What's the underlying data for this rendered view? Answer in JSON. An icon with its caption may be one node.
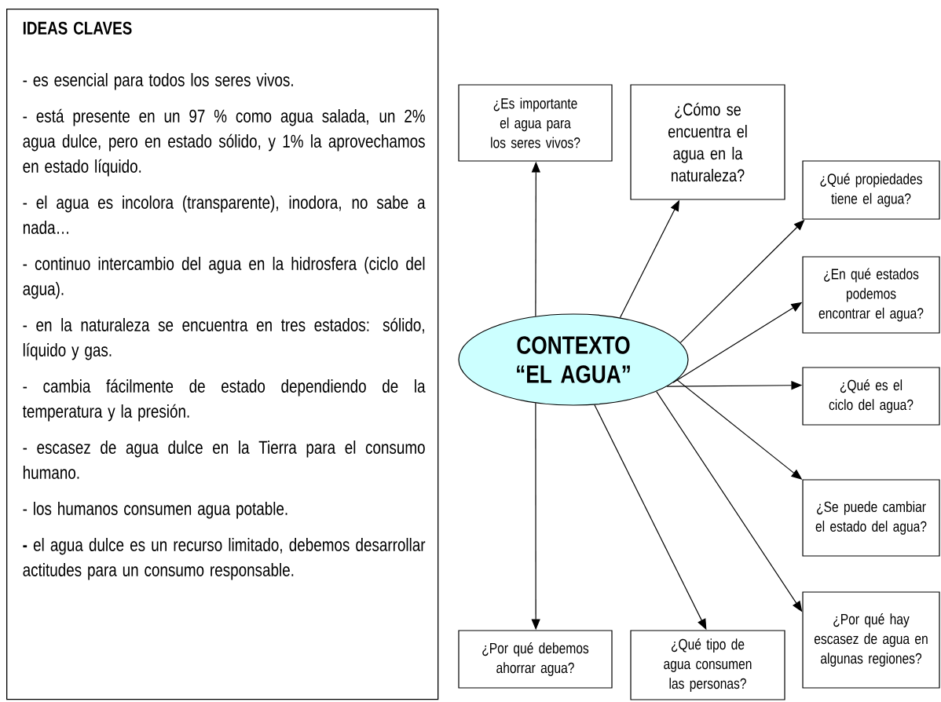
{
  "diagram": {
    "nodes": [
      {
        "text": [
          "IDEAS CLAVES",
          "- es esencial para todos los seres vivos.",
          "- está presente en un 97 % como agua salada, un 2% agua dulce, pero en estado sólido, y 1% la aprovechamos en estado líquido.",
          "-  el agua  es incolora (transparente), inodora, no sabe a nada…",
          "- continuo intercambio del agua en la hidrosfera (ciclo del agua).",
          "-  en la naturaleza se encuentra en tres estados: sólido, líquido y gas.",
          "- cambia fácilmente de estado dependiendo de la temperatura y la presión.",
          "- escasez de agua dulce en la Tierra para el consumo humano.",
          "- los humanos consumen agua potable.",
          "**-** el agua dulce es un recurso limitado, debemos desarrollar actitudes para un consumo responsable."
        ]
      },
      {
        "text": [
          "CONTEXTO “EL AGUA”"
        ]
      },
      {
        "text": [
          "¿Es importante el agua para los seres vivos?"
        ]
      },
      {
        "text": [
          "¿Cómo se encuentra el agua en la naturaleza?"
        ]
      },
      {
        "text": [
          "¿Qué propiedades tiene el agua?"
        ]
      },
      {
        "text": [
          "¿En qué estados podemos encontrar el agua?"
        ]
      },
      {
        "text": [
          "¿Qué es el ciclo del agua?"
        ]
      },
      {
        "text": [
          "¿Se puede cambiar el estado del agua?"
        ]
      },
      {
        "text": [
          "¿Por qué hay escasez de agua en algunas regiones?"
        ]
      },
      {
        "text": [
          "¿Por qué debemos ahorrar agua?"
        ]
      },
      {
        "text": [
          "¿Qué tipo de agua consumen las personas?"
        ]
      }
    ],
    "edges": [
      {
        "from": 1,
        "to": 2,
        "arrow": "to"
      },
      {
        "from": 1,
        "to": 3,
        "arrow": "to"
      },
      {
        "from": 1,
        "to": 4,
        "arrow": "to"
      },
      {
        "from": 1,
        "to": 5,
        "arrow": "to"
      },
      {
        "from": 1,
        "to": 6,
        "arrow": "to"
      },
      {
        "from": 1,
        "to": 7,
        "arrow": "to"
      },
      {
        "from": 1,
        "to": 8,
        "arrow": "to"
      },
      {
        "from": 1,
        "to": 9,
        "arrow": "to"
      },
      {
        "from": 1,
        "to": 10,
        "arrow": "to"
      }
    ]
  }
}
